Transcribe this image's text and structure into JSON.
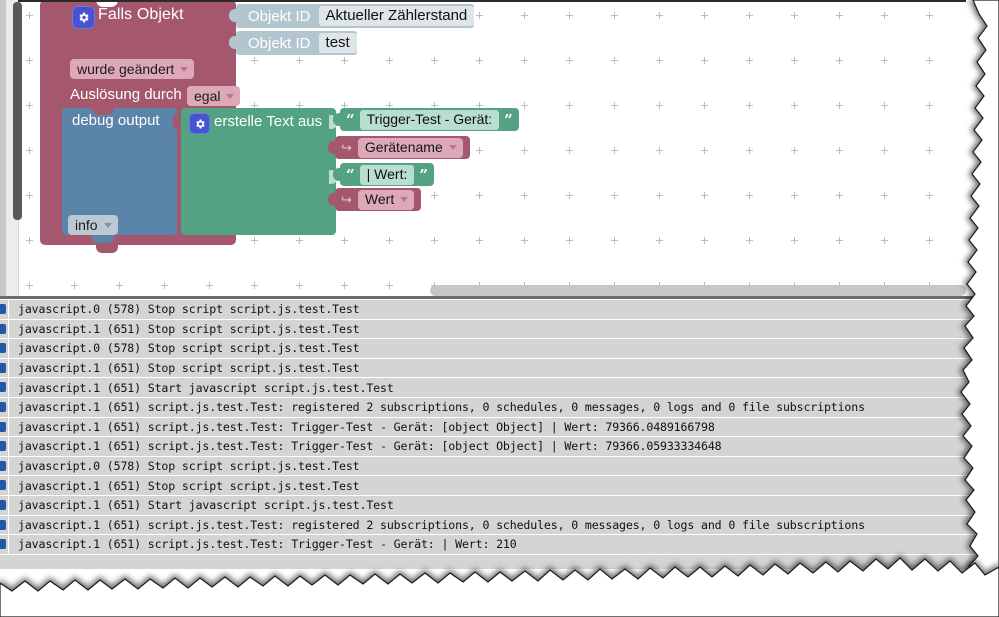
{
  "workspace": {
    "event_block": {
      "title": "Falls Objekt",
      "gear_icon": "gear-icon",
      "condition_dropdown": "wurde geändert",
      "trigger_label": "Auslösung durch",
      "trigger_dropdown": "egal",
      "color": "#a5576d"
    },
    "object_id_blocks": [
      {
        "label": "Objekt ID",
        "value": "Aktueller Zählerstand"
      },
      {
        "label": "Objekt ID",
        "value": "test"
      }
    ],
    "debug_block": {
      "label": "debug output",
      "level_dropdown": "info",
      "color": "#5b84ab"
    },
    "join_block": {
      "label": "erstelle Text aus",
      "gear_icon": "gear-icon",
      "color": "#52a283"
    },
    "string_blocks": [
      {
        "quote_open": "“",
        "text": "Trigger-Test - Gerät:",
        "quote_close": "”"
      },
      {
        "quote_open": "“",
        "text": "| Wert:",
        "quote_close": "”"
      }
    ],
    "variable_blocks": [
      {
        "arrow": "↪",
        "name": "Gerätename"
      },
      {
        "arrow": "↪",
        "name": "Wert"
      }
    ],
    "scrollbars": {
      "vertical": "vertical-scrollbar",
      "horizontal": "horizontal-scrollbar"
    }
  },
  "log": {
    "rows": [
      "javascript.0 (578) Stop script script.js.test.Test",
      "javascript.1 (651) Stop script script.js.test.Test",
      "javascript.0 (578) Stop script script.js.test.Test",
      "javascript.1 (651) Stop script script.js.test.Test",
      "javascript.1 (651) Start javascript script.js.test.Test",
      "javascript.1 (651) script.js.test.Test: registered 2 subscriptions, 0 schedules, 0 messages, 0 logs and 0 file subscriptions",
      "javascript.1 (651) script.js.test.Test: Trigger-Test - Gerät: [object Object] | Wert: 79366.0489166798",
      "javascript.1 (651) script.js.test.Test: Trigger-Test - Gerät: [object Object] | Wert: 79366.05933334648",
      "javascript.0 (578) Stop script script.js.test.Test",
      "javascript.1 (651) Stop script script.js.test.Test",
      "javascript.1 (651) Start javascript script.js.test.Test",
      "javascript.1 (651) script.js.test.Test: registered 2 subscriptions, 0 schedules, 0 messages, 0 logs and 0 file subscriptions",
      "javascript.1 (651) script.js.test.Test: Trigger-Test - Gerät: | Wert: 210"
    ]
  },
  "colors": {
    "event": "#a5576d",
    "debug": "#5b84ab",
    "join": "#52a283",
    "object": "#b3c6cf",
    "log_row": "#d4d4d4",
    "gear": "#4854cf"
  }
}
